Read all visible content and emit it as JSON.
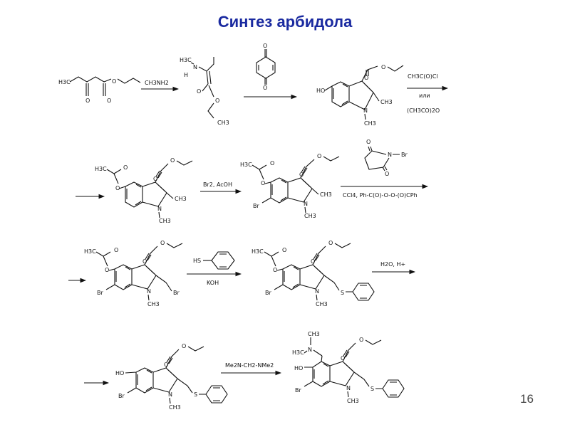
{
  "title": "Синтез арбидола",
  "page_number": "16",
  "colors": {
    "title": "#1a2aa0",
    "ink": "#111111"
  },
  "atoms": {
    "H3C": "H3C",
    "CH3": "CH3",
    "O": "O",
    "H": "H",
    "N": "N",
    "NH": "NH",
    "HO": "HO",
    "Br": "Br",
    "S": "S",
    "HS": "HS"
  },
  "reagents": {
    "step1": "CH3NH2",
    "step3_top": "CH3C(O)Cl",
    "step3_mid": "или",
    "step3_bot": "(CH3CO)2O",
    "step4": "Br2, AcOH",
    "step5_bottom": "CCl4, Ph-C(O)-O-O-(O)CPh",
    "step6_bottom": "KOH",
    "step7": "H2O, H+",
    "step8": "Me2N-CH2-NMe2"
  }
}
